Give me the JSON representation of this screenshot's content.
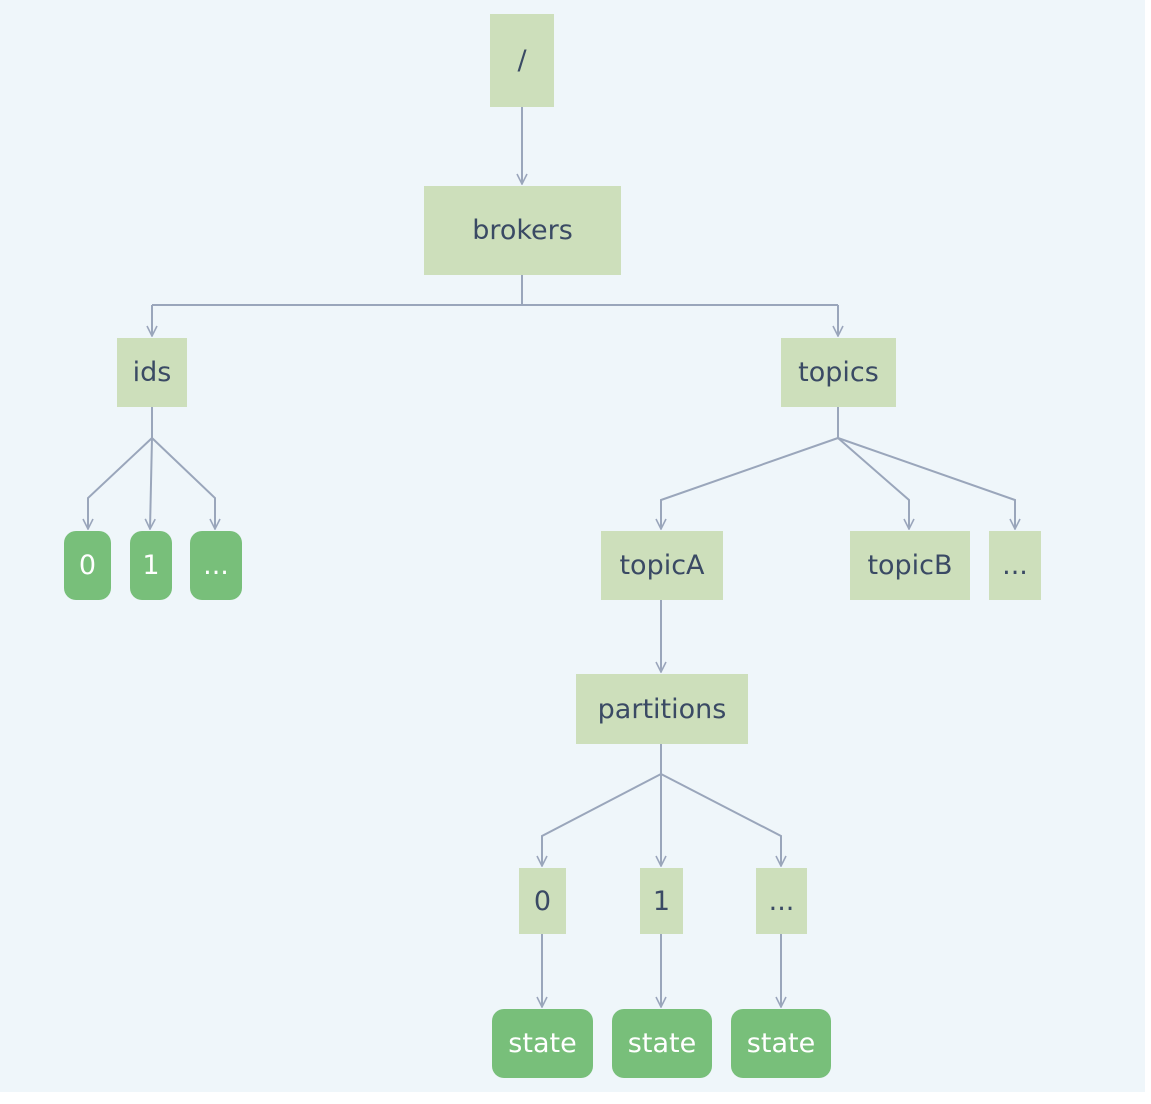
{
  "tree": {
    "root": "/",
    "brokers": "brokers",
    "ids": "ids",
    "id_nodes": [
      "0",
      "1",
      "..."
    ],
    "topics": "topics",
    "topic_a": "topicA",
    "topic_b": "topicB",
    "topic_more": "...",
    "partitions": "partitions",
    "partition_nodes": [
      "0",
      "1",
      "..."
    ],
    "state_nodes": [
      "state",
      "state",
      "state"
    ]
  },
  "colors": {
    "background": "#eff6fa",
    "node_fill": "#cddfbb",
    "leaf_fill": "#78bf7a",
    "connector": "#9aa6bb",
    "text": "#3a4a64"
  }
}
